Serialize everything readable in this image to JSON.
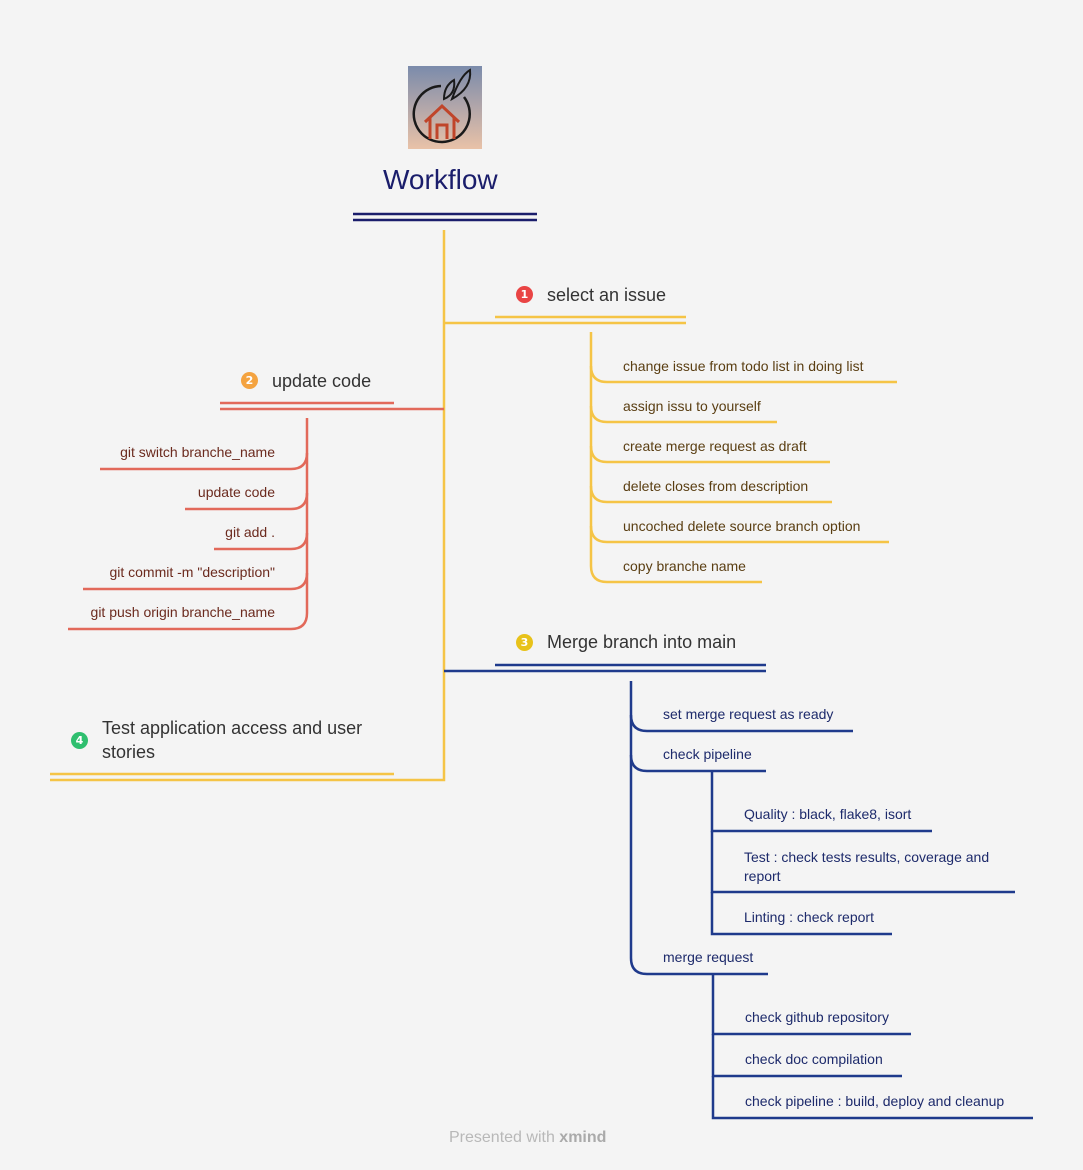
{
  "root": {
    "title": "Workflow",
    "logo": "orange-house-logo"
  },
  "colors": {
    "yellow": "#f5c446",
    "orange": "#e2695a",
    "navy": "#1f3a8c",
    "title": "#1a1d6b"
  },
  "topics": {
    "select_issue": {
      "badge": "1",
      "badge_color": "#e94444",
      "label": "select an issue",
      "items": [
        "change issue from todo list in doing list",
        "assign issu to yourself",
        "create merge request as draft",
        "delete closes from description",
        "uncoched delete source branch option",
        "copy branche name"
      ]
    },
    "update_code": {
      "badge": "2",
      "badge_color": "#f4a340",
      "label": "update code",
      "items": [
        "git switch branche_name",
        "update code",
        "git add .",
        "git commit -m \"description\"",
        "git push origin branche_name"
      ]
    },
    "merge_branch": {
      "badge": "3",
      "badge_color": "#e8c21a",
      "label": "Merge branch into main",
      "items": [
        {
          "label": "set merge request as ready",
          "children": []
        },
        {
          "label": "check pipeline",
          "children": [
            "Quality : black, flake8, isort",
            "Test : check tests results, coverage and report",
            "Linting : check report"
          ]
        },
        {
          "label": "merge request",
          "children": [
            "check github repository",
            "check doc compilation",
            "check pipeline : build, deploy and cleanup"
          ]
        }
      ]
    },
    "test_app": {
      "badge": "4",
      "badge_color": "#2fbf6f",
      "label": "Test application access and user stories"
    }
  },
  "footer": {
    "prefix": "Presented with",
    "brand": "xmind"
  }
}
